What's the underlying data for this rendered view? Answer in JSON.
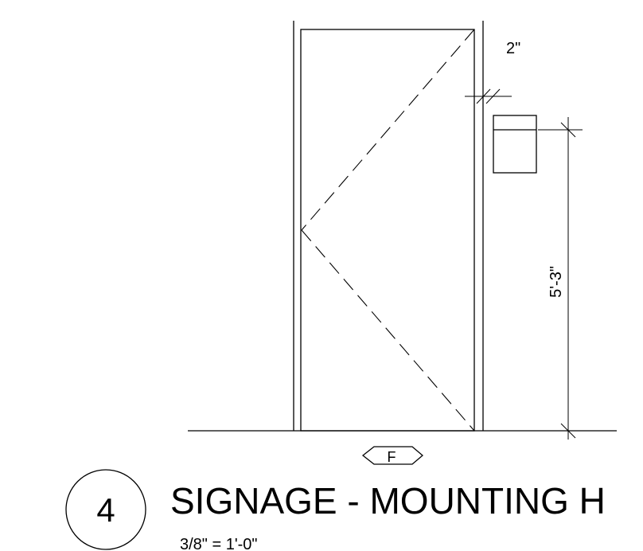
{
  "drawing": {
    "top_dimension": "2\"",
    "height_dimension": "5'-3\"",
    "door_tag": "F",
    "detail_number": "4",
    "title": "SIGNAGE - MOUNTING H",
    "scale": "3/8\" = 1'-0\""
  },
  "colors": {
    "line": "#000000",
    "background": "#ffffff"
  }
}
